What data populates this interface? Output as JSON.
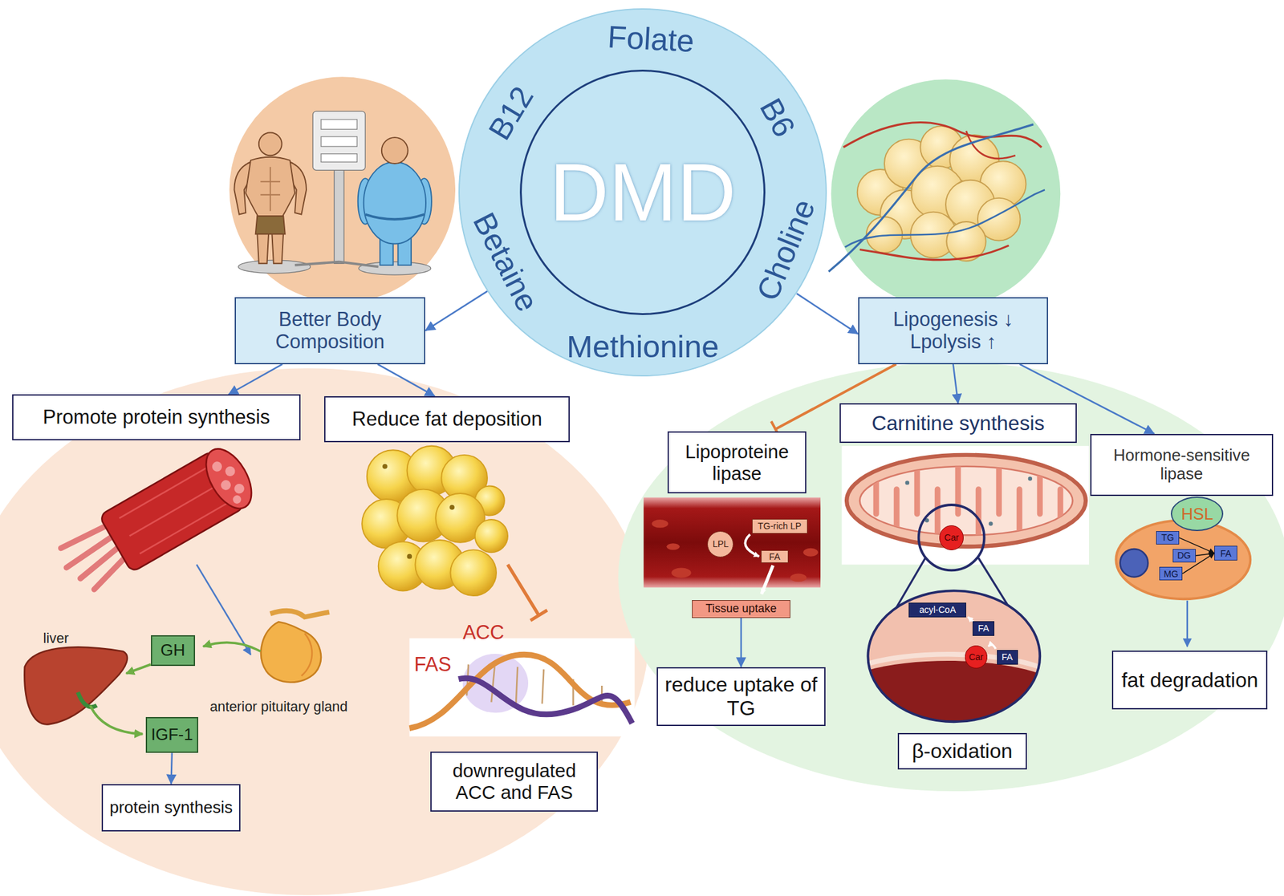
{
  "diagram": {
    "nodes": [
      {
        "text": [
          "Folate",
          "B12",
          "B6",
          "DMD",
          "Betaine",
          "Choline",
          "Methionine"
        ]
      },
      {
        "text": [
          "Better Body Composition"
        ]
      },
      {
        "text": [
          "Lipogenesis ↓",
          "Lpolysis ↑"
        ]
      },
      {
        "text": [
          "Promote protein synthesis"
        ]
      },
      {
        "text": [
          "Reduce fat deposition"
        ]
      },
      {
        "text": [
          "Lipoproteine lipase"
        ]
      },
      {
        "text": [
          "Carnitine synthesis"
        ]
      },
      {
        "text": [
          "Hormone-sensitive lipase"
        ]
      },
      {
        "text": [
          "HSL"
        ]
      },
      {
        "text": [
          "LPL"
        ]
      },
      {
        "text": [
          "TG-rich LP"
        ]
      },
      {
        "text": [
          "Car"
        ]
      },
      {
        "text": [
          "TG"
        ]
      },
      {
        "text": [
          "FA"
        ]
      },
      {
        "text": [
          "DG"
        ]
      },
      {
        "text": [
          "MG"
        ]
      },
      {
        "text": [
          "FA"
        ]
      },
      {
        "text": [
          "Tissue uptake"
        ]
      },
      {
        "text": [
          "acyl-CoA"
        ]
      },
      {
        "text": [
          "FA"
        ]
      },
      {
        "text": [
          "GH"
        ]
      },
      {
        "text": [
          "Car"
        ]
      },
      {
        "text": [
          "FA"
        ]
      },
      {
        "text": [
          "fat degradation"
        ]
      },
      {
        "text": [
          "reduce uptake of TG"
        ]
      },
      {
        "text": [
          "IGF-1"
        ]
      },
      {
        "text": [
          "β-oxidation"
        ]
      },
      {
        "text": [
          "downregulated ACC and FAS"
        ]
      },
      {
        "text": [
          "protein synthesis"
        ]
      }
    ],
    "edges": [
      {
        "from": 0,
        "to": 1,
        "arrow": "to"
      },
      {
        "from": 0,
        "to": 2,
        "arrow": "to"
      },
      {
        "from": 1,
        "to": 3,
        "arrow": "to"
      },
      {
        "from": 1,
        "to": 4,
        "arrow": "to"
      },
      {
        "from": 2,
        "to": 5,
        "arrow": "to"
      },
      {
        "from": 2,
        "to": 6,
        "arrow": "to"
      },
      {
        "from": 2,
        "to": 7,
        "arrow": "to"
      },
      {
        "from": 17,
        "to": 24,
        "arrow": "to"
      },
      {
        "from": 25,
        "to": 28,
        "arrow": "to"
      },
      {
        "from": 12,
        "to": 13,
        "arrow": "to"
      },
      {
        "from": 14,
        "to": 13,
        "arrow": "to"
      },
      {
        "from": 15,
        "to": 13,
        "arrow": "to"
      }
    ],
    "labels": [
      "liver",
      "anterior pituitary gland",
      "ACC",
      "FAS"
    ]
  }
}
